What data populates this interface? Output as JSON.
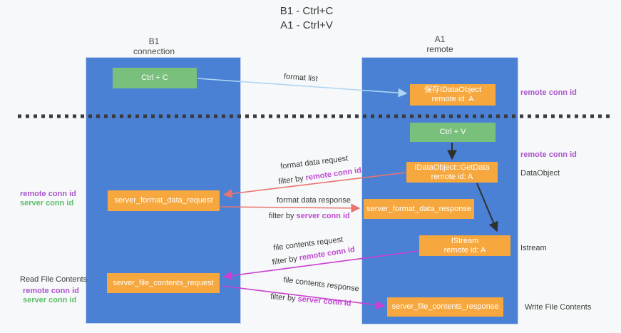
{
  "title": {
    "line1": "B1 - Ctrl+C",
    "line2": "A1 - Ctrl+V"
  },
  "lanes": {
    "left": {
      "name": "B1",
      "role": "connection"
    },
    "right": {
      "name": "A1",
      "role": "remote"
    }
  },
  "nodes": {
    "ctrl_c": "Ctrl + C",
    "save_dataobject": {
      "line1": "保存IDataObject",
      "line2": "remote id: A"
    },
    "ctrl_v": "Ctrl + V",
    "getdata": {
      "line1": "IDataObject::GetData",
      "line2": "remote id: A"
    },
    "format_request": "server_format_data_request",
    "format_response": "server_format_data_response",
    "istream": {
      "line1": "IStream",
      "line2": "remote id: A"
    },
    "file_request": "server_file_contents_request",
    "file_response": "server_file_contents_response"
  },
  "edge_labels": {
    "format_list": "format list",
    "format_data_request": "format data request",
    "format_data_response": "format data response",
    "file_contents_request": "file contents request",
    "file_contents_response": "file contents response",
    "filter_by": "filter by",
    "remote_conn_id": "remote conn id",
    "server_conn_id": "server conn id"
  },
  "side_labels": {
    "remote_conn_id": "remote conn id",
    "server_conn_id": "server conn id",
    "dataobject": "DataObject",
    "istream": "Istream",
    "read_file_contents": "Read File Contents",
    "write_file_contents": "Write File Contents"
  },
  "colors": {
    "bg": "#f7f8f9",
    "lane_blue": "#4a81d4",
    "orange": "#f6a73e",
    "green": "#79c07c",
    "purple_text": "#aa55cc",
    "magenta_text": "#c04ad2",
    "green_text": "#5fbe6a",
    "salmon_arrow": "#e87470",
    "magenta_arrow": "#ca3fd1",
    "blue_arrow": "#aed6f2",
    "black_arrow": "#303030",
    "dash": "#3a3a3a",
    "text": "#3a3a3a"
  }
}
